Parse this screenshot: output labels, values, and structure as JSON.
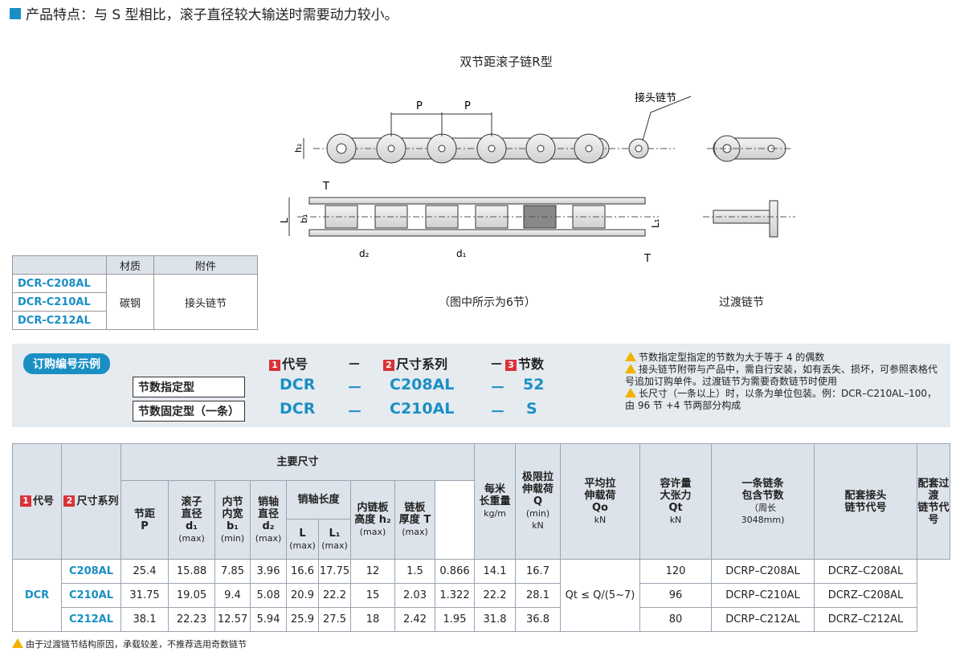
{
  "feature": "产品特点：与 S 型相比，滚子直径较大输送时需要动力较小。",
  "diagram": {
    "title": "双节距滚子链R型",
    "label_joint": "接头链节",
    "label_p": "P",
    "label_h2": "h₂",
    "label_t": "T",
    "label_l": "L",
    "label_b1": "b₁",
    "label_d2": "d₂",
    "label_d1": "d₁",
    "label_l1": "L₁",
    "caption_left": "（图中所示为6节）",
    "caption_right": "过渡链节"
  },
  "material_table": {
    "headers": [
      "",
      "材质",
      "附件"
    ],
    "codes": [
      "DCR-C208AL",
      "DCR-C210AL",
      "DCR-C212AL"
    ],
    "material": "碳钢",
    "accessory": "接头链节"
  },
  "order": {
    "title": "订购编号示例",
    "col1": "代号",
    "col2": "尺寸系列",
    "col3": "节数",
    "n1": "1",
    "n2": "2",
    "n3": "3",
    "dash": "－",
    "rows": [
      {
        "type": "节数指定型",
        "code": "DCR",
        "size": "C208AL",
        "count": "52"
      },
      {
        "type": "节数固定型（一条）",
        "code": "DCR",
        "size": "C210AL",
        "count": "S"
      }
    ],
    "notes": [
      "节数指定型指定的节数为大于等于 4 的偶数",
      "接头链节附带与产品中，需自行安装，如有丢失、损坏，可参照表格代号追加订购单件。过渡链节为需要奇数链节时使用",
      "长尺寸（一条以上）时，以条为单位包装。例：DCR–C210AL–100，由 96 节 +4 节两部分构成"
    ]
  },
  "table": {
    "h_code": "代号",
    "h_size": "尺寸系列",
    "h_main": "主要尺寸",
    "h_pitch": [
      "节距",
      "P"
    ],
    "h_roller": [
      "滚子",
      "直径",
      "d₁",
      "(max)"
    ],
    "h_inner": [
      "内节",
      "内宽",
      "b₁",
      "(min)"
    ],
    "h_pin": [
      "销轴",
      "直径",
      "d₂",
      "(max)"
    ],
    "h_pinlen": "销轴长度",
    "h_l": [
      "L",
      "(max)"
    ],
    "h_l1": [
      "L₁",
      "(max)"
    ],
    "h_plateh": [
      "内链板",
      "高度 h₂",
      "(max)"
    ],
    "h_platet": [
      "链板",
      "厚度 T",
      "(max)"
    ],
    "h_weight": [
      "每米",
      "长重量",
      "kg/m"
    ],
    "h_q": [
      "极限拉",
      "伸载荷",
      "Q",
      "(min)",
      "kN"
    ],
    "h_qo": [
      "平均拉",
      "伸载荷",
      "Qo",
      "kN"
    ],
    "h_qt": [
      "容许量",
      "大张力",
      "Qt",
      "kN"
    ],
    "h_links": [
      "一条链条",
      "包含节数",
      "（周长",
      "3048mm)"
    ],
    "h_joint": [
      "配套接头",
      "链节代号"
    ],
    "h_trans": [
      "配套过渡",
      "链节代号"
    ],
    "series_code": "DCR",
    "qt_value": "Qt ≤ Q/(5~7)",
    "rows": [
      {
        "size": "C208AL",
        "p": "25.4",
        "d1": "15.88",
        "b1": "7.85",
        "d2": "3.96",
        "l": "16.6",
        "l1": "17.75",
        "h2": "12",
        "t": "1.5",
        "w": "0.866",
        "q": "14.1",
        "qo": "16.7",
        "links": "120",
        "joint": "DCRP–C208AL",
        "trans": "DCRZ–C208AL"
      },
      {
        "size": "C210AL",
        "p": "31.75",
        "d1": "19.05",
        "b1": "9.4",
        "d2": "5.08",
        "l": "20.9",
        "l1": "22.2",
        "h2": "15",
        "t": "2.03",
        "w": "1.322",
        "q": "22.2",
        "qo": "28.1",
        "links": "96",
        "joint": "DCRP–C210AL",
        "trans": "DCRZ–C208AL"
      },
      {
        "size": "C212AL",
        "p": "38.1",
        "d1": "22.23",
        "b1": "12.57",
        "d2": "5.94",
        "l": "25.9",
        "l1": "27.5",
        "h2": "18",
        "t": "2.42",
        "w": "1.95",
        "q": "31.8",
        "qo": "36.8",
        "links": "80",
        "joint": "DCRP–C212AL",
        "trans": "DCRZ–C212AL"
      }
    ],
    "footnote": "由于过渡链节结构原因，承载较差，不推荐选用奇数链节"
  },
  "colors": {
    "accent": "#1a8fc4",
    "badge": "#d9323a",
    "header_bg": "#dde3ea",
    "order_bg": "#e6ebf0",
    "warn": "#f2b200"
  }
}
